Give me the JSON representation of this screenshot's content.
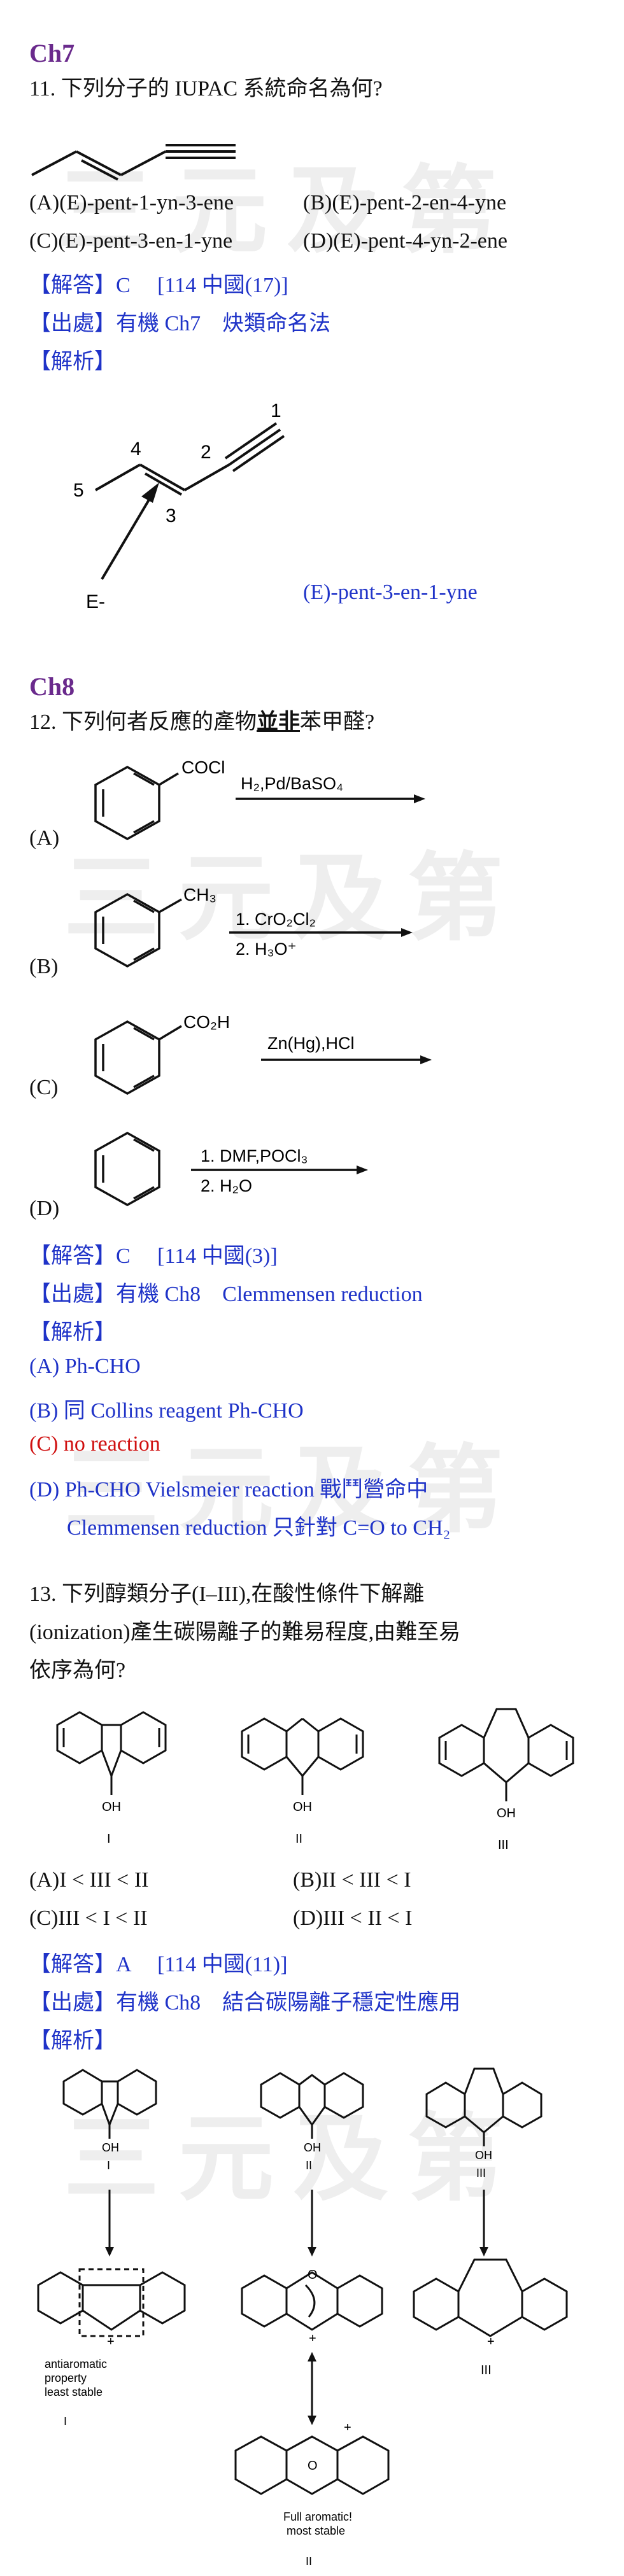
{
  "watermark": "三元及第",
  "ch7": {
    "heading": "Ch7",
    "question": "11. 下列分子的 IUPAC 系統命名為何?",
    "options": {
      "A": "(A)(E)-pent-1-yn-3-ene",
      "B": "(B)(E)-pent-2-en-4-yne",
      "C": "(C)(E)-pent-3-en-1-yne",
      "D": "(D)(E)-pent-4-yn-2-ene"
    },
    "answer": "【解答】C　 [114 中國(17)]",
    "source": "【出處】有機 Ch7　炔類命名法",
    "analysis": "【解析】",
    "labels": {
      "n1": "1",
      "n2": "2",
      "n3": "3",
      "n4": "4",
      "n5": "5",
      "e": "E-"
    },
    "result": "(E)-pent-3-en-1-yne"
  },
  "ch8": {
    "heading": "Ch8",
    "q12": {
      "question_pre": "12. 下列何者反應的產物",
      "question_emph": "並非",
      "question_post": "苯甲醛?",
      "a": {
        "label": "(A)",
        "group": "COCl",
        "reagent": "H₂,Pd/BaSO₄"
      },
      "b": {
        "label": "(B)",
        "group": "CH₃",
        "reagent1": "1. CrO₂Cl₂",
        "reagent2": "2. H₃O⁺"
      },
      "c": {
        "label": "(C)",
        "group": "CO₂H",
        "reagent": "Zn(Hg),HCl"
      },
      "d": {
        "label": "(D)",
        "reagent1": "1. DMF,POCl₃",
        "reagent2": "2. H₂O"
      },
      "answer": "【解答】C　 [114 中國(3)]",
      "source": "【出處】有機 Ch8　Clemmensen reduction",
      "analysis": "【解析】",
      "lines": {
        "a": "(A) Ph-CHO",
        "b": "(B)  同 Collins reagent Ph-CHO",
        "c": "(C) no reaction",
        "d": "(D) Ph-CHO Vielsmeier reaction  戰鬥營命中",
        "d2": "Clemmensen reduction  只針對 C=O to CH₂"
      }
    },
    "q13": {
      "question1": "13. 下列醇類分子(I–III),在酸性條件下解離",
      "question2": "(ionization)產生碳陽離子的難易程度,由難至易",
      "question3": "依序為何?",
      "mol_labels": {
        "oh": "OH",
        "i": "I",
        "ii": "II",
        "iii": "III"
      },
      "options": {
        "A": "(A)I < III < II",
        "B": "(B)II < III < I",
        "C": "(C)III < I < II",
        "D": "(D)III < II < I"
      },
      "answer": "【解答】A　 [114 中國(11)]",
      "source": "【出處】有機 Ch8　結合碳陽離子穩定性應用",
      "analysis": "【解析】",
      "notes": {
        "anti1": "antiaromatic",
        "anti2": "property",
        "anti3": "least stable",
        "full1": "Full aromatic!",
        "full2": "most stable",
        "plus": "+",
        "o": "O"
      }
    }
  }
}
